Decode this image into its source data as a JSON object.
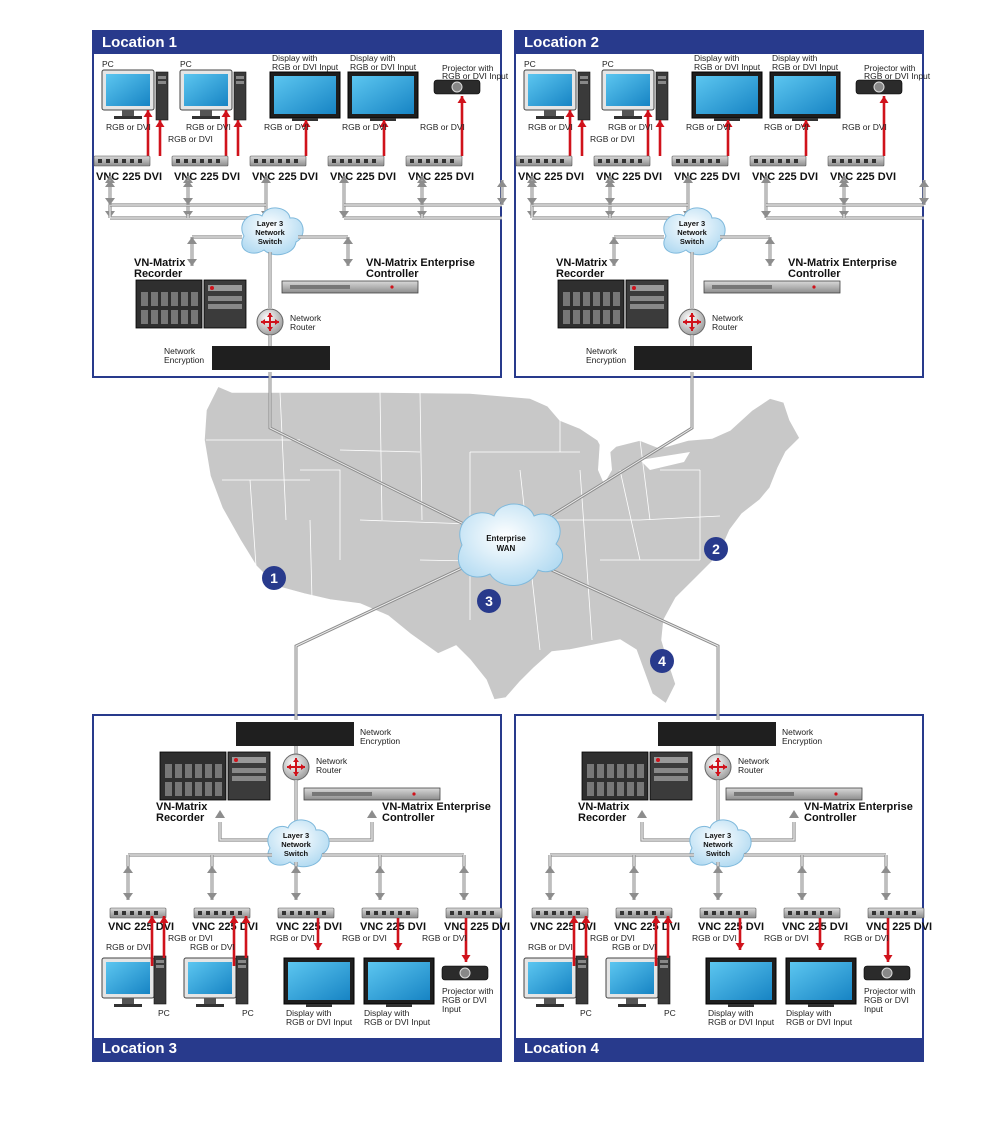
{
  "locations": [
    {
      "title": "Location 1",
      "number": "1"
    },
    {
      "title": "Location 2",
      "number": "2"
    },
    {
      "title": "Location 3",
      "number": "3"
    },
    {
      "title": "Location 4",
      "number": "4"
    }
  ],
  "labels": {
    "pc": "PC",
    "rgb_dvi": "RGB or DVI",
    "display_line1": "Display with",
    "display_line2": "RGB or DVI Input",
    "projector_line1": "Projector with",
    "projector_line2": "RGB or DVI Input",
    "projector_b_line2": "RGB or DVI",
    "projector_b_line3": "Input",
    "vnc": "VNC 225 DVI",
    "switch_line1": "Layer 3",
    "switch_line2": "Network",
    "switch_line3": "Switch",
    "recorder_line1": "VN-Matrix",
    "recorder_line2": "Recorder",
    "controller_line1": "VN-Matrix Enterprise",
    "controller_line2": "Controller",
    "router_line1": "Network",
    "router_line2": "Router",
    "encryption_line1": "Network",
    "encryption_line2": "Encryption",
    "wan_line1": "Enterprise",
    "wan_line2": "WAN"
  },
  "colors": {
    "frame": "#283a8c",
    "signal": "#d0121b",
    "cable": "#a9a9a9",
    "map_fill": "#c8c8c8",
    "screen": "#2aa8e0"
  }
}
